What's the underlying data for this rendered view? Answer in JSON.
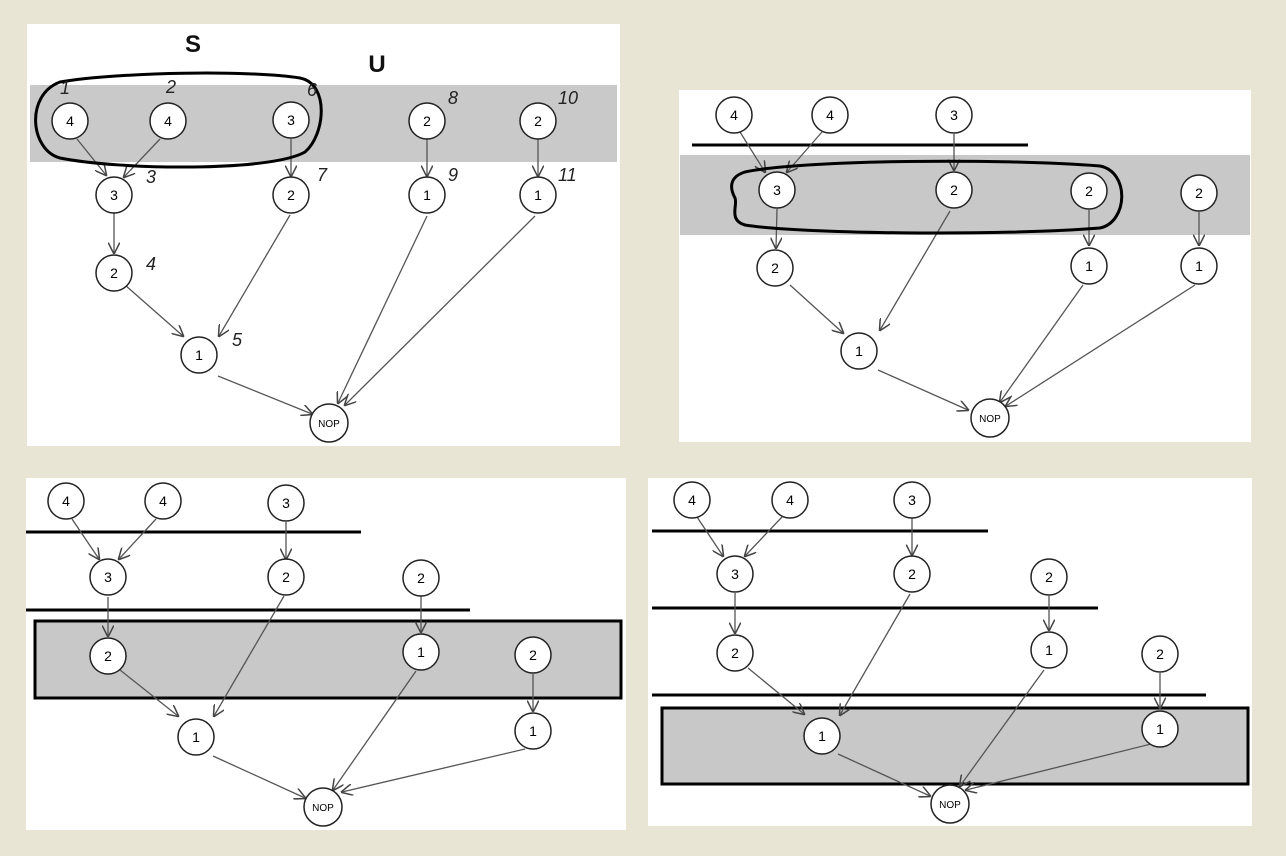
{
  "panel1": {
    "label_s": "S",
    "label_u": "U",
    "nodes": {
      "n4a": "4",
      "n4b": "4",
      "n3top": "3",
      "n2_8": "2",
      "n2_10": "2",
      "n3mid": "3",
      "n2_7": "2",
      "n1_9": "1",
      "n1_11": "1",
      "n2_4": "2",
      "n1_5": "1",
      "nop": "NOP"
    },
    "annotations": {
      "a1": "1",
      "a2": "2",
      "a3": "3",
      "a4": "4",
      "a5": "5",
      "a6": "6",
      "a7": "7",
      "a8": "8",
      "a9": "9",
      "a10": "10",
      "a11": "11"
    }
  },
  "panel2": {
    "nodes": {
      "r1a": "4",
      "r1b": "4",
      "r1c": "3",
      "r2a": "3",
      "r2b": "2",
      "r2c": "2",
      "r2d": "2",
      "r3a": "2",
      "r3c": "1",
      "r3d": "1",
      "r4a": "1",
      "nop": "NOP"
    }
  },
  "panel3": {
    "nodes": {
      "r1a": "4",
      "r1b": "4",
      "r1c": "3",
      "r2a": "3",
      "r2b": "2",
      "r2c": "2",
      "r3a": "2",
      "r3c": "1",
      "r3d": "2",
      "r4a": "1",
      "r4d": "1",
      "nop": "NOP"
    }
  },
  "panel4": {
    "nodes": {
      "r1a": "4",
      "r1b": "4",
      "r1c": "3",
      "r2a": "3",
      "r2b": "2",
      "r2c": "2",
      "r3a": "2",
      "r3c": "1",
      "r3d": "2",
      "r4a": "1",
      "r4d": "1",
      "nop": "NOP"
    }
  },
  "colors": {
    "background": "#e9e5d4",
    "panel": "#ffffff",
    "highlight_band": "#c8c8c8",
    "ink": "#111111",
    "edge": "#555555"
  }
}
